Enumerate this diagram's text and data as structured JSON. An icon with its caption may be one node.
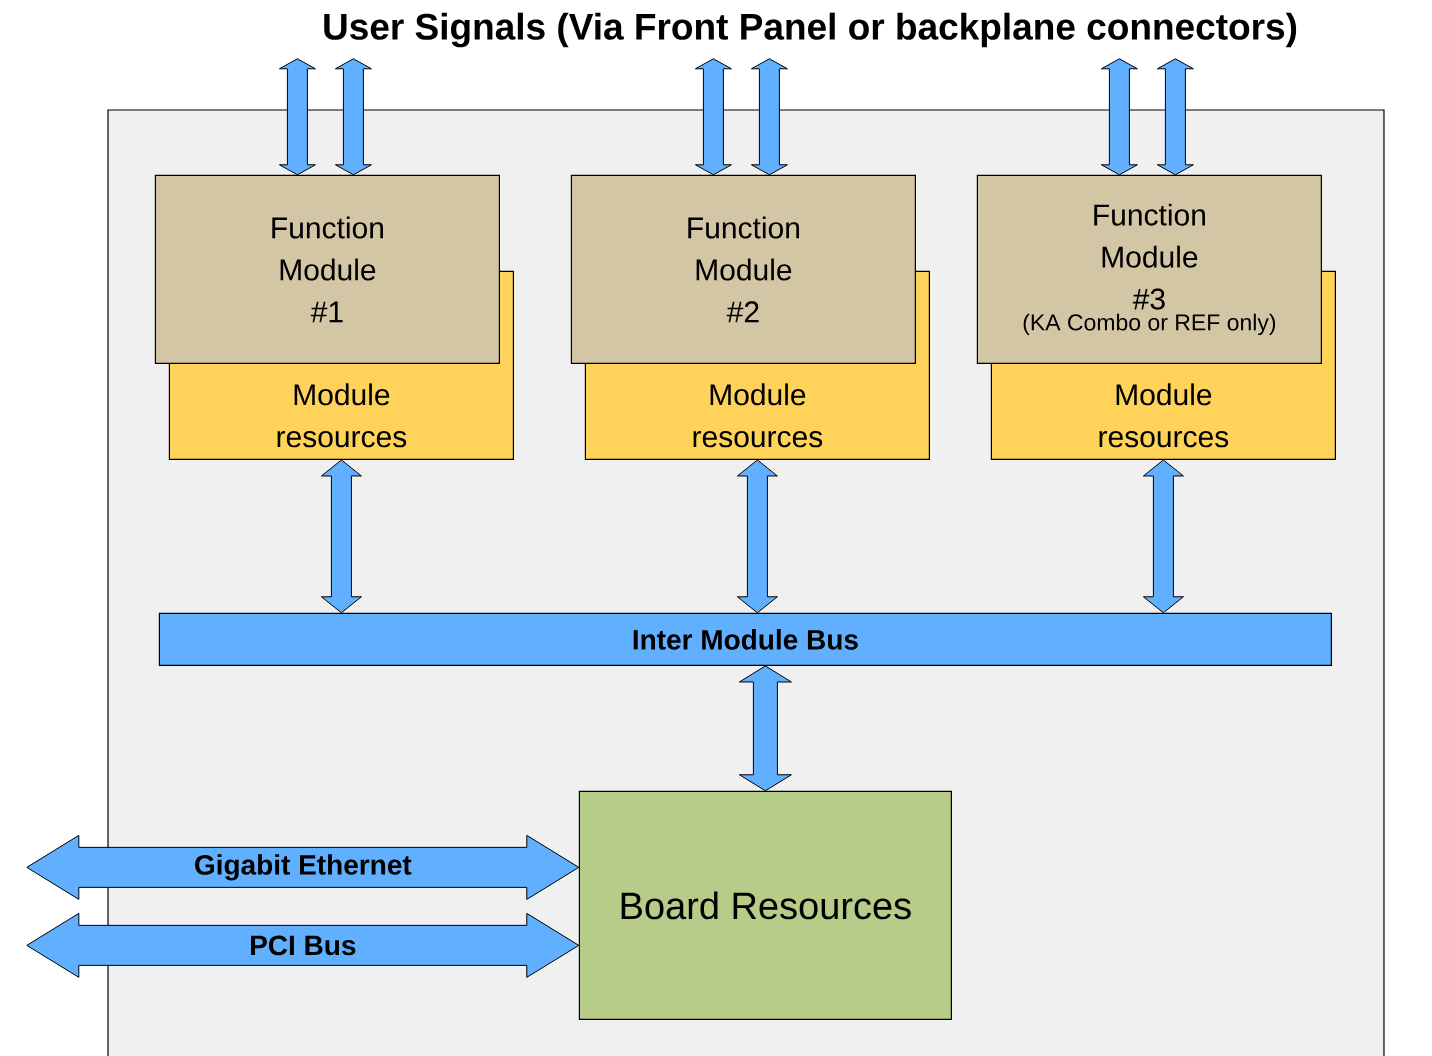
{
  "diagram": {
    "title": "User Signals (Via Front Panel or backplane connectors)",
    "nodes": [
      {
        "text": [],
        "shape": "box"
      },
      {
        "text": [
          "Function Module #1"
        ],
        "in": 0
      },
      {
        "text": [
          "Module resources"
        ],
        "in": 0
      },
      {
        "text": [
          "Function Module #2"
        ],
        "in": 0
      },
      {
        "text": [
          "Module resources"
        ],
        "in": 0
      },
      {
        "text": [
          "Function Module #3",
          "(KA Combo or REF only)"
        ],
        "in": 0
      },
      {
        "text": [
          "Module resources"
        ],
        "in": 0
      },
      {
        "text": [
          "Inter Module Bus"
        ],
        "in": 0
      },
      {
        "text": [
          "Board Resources"
        ],
        "in": 0
      }
    ],
    "edges": [
      {
        "from": null,
        "to": 1,
        "arrow": "both"
      },
      {
        "from": null,
        "to": 1,
        "arrow": "both"
      },
      {
        "from": null,
        "to": 3,
        "arrow": "both"
      },
      {
        "from": null,
        "to": 3,
        "arrow": "both"
      },
      {
        "from": null,
        "to": 5,
        "arrow": "both"
      },
      {
        "from": null,
        "to": 5,
        "arrow": "both"
      },
      {
        "from": 2,
        "to": 7,
        "arrow": "both"
      },
      {
        "from": 4,
        "to": 7,
        "arrow": "both"
      },
      {
        "from": 6,
        "to": 7,
        "arrow": "both"
      },
      {
        "from": 7,
        "to": 8,
        "arrow": "both"
      },
      {
        "from": null,
        "to": 8,
        "arrow": "both",
        "label": "Gigabit Ethernet"
      },
      {
        "from": null,
        "to": 8,
        "arrow": "both",
        "label": "PCI Bus"
      }
    ]
  }
}
